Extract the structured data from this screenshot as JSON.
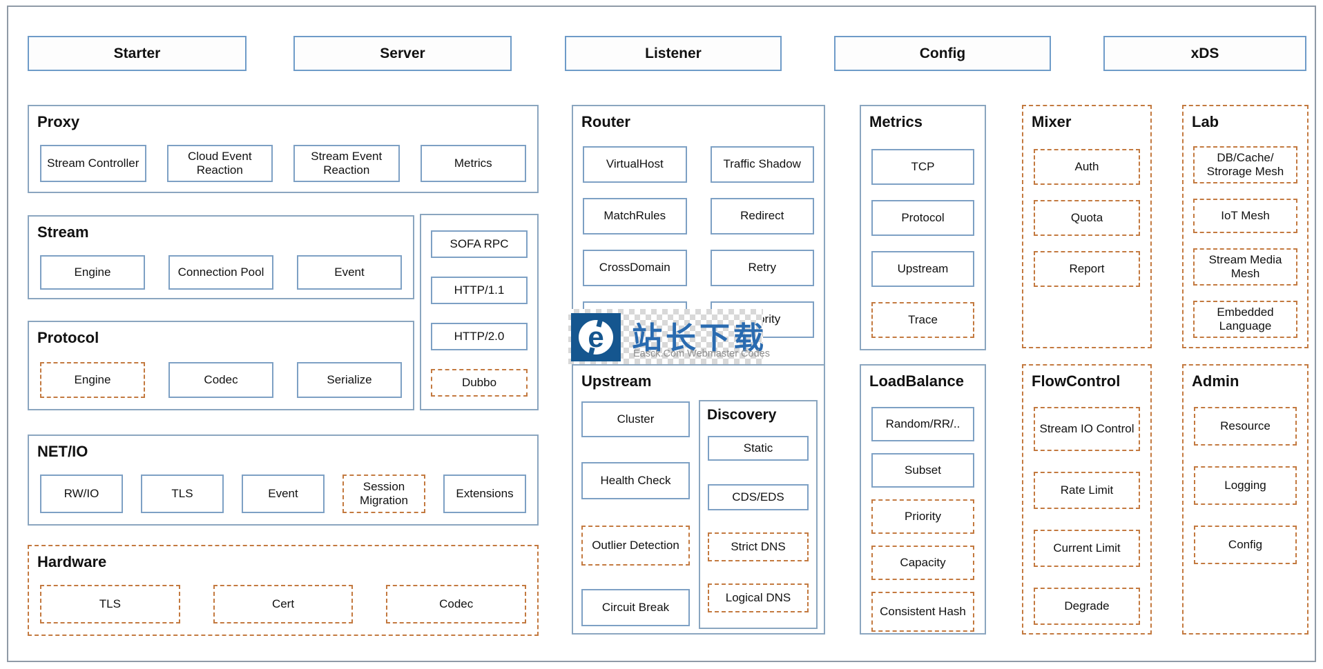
{
  "header": {
    "tabs": [
      {
        "label": "Starter"
      },
      {
        "label": "Server"
      },
      {
        "label": "Listener"
      },
      {
        "label": "Config"
      },
      {
        "label": "xDS"
      }
    ]
  },
  "sections": {
    "proxy": {
      "title": "Proxy",
      "items": [
        {
          "label": "Stream Controller",
          "dashed": false
        },
        {
          "label": "Cloud Event Reaction",
          "dashed": false
        },
        {
          "label": "Stream Event Reaction",
          "dashed": false
        },
        {
          "label": "Metrics",
          "dashed": false
        }
      ]
    },
    "stream": {
      "title": "Stream",
      "items": [
        {
          "label": "Engine",
          "dashed": false
        },
        {
          "label": "Connection Pool",
          "dashed": false
        },
        {
          "label": "Event",
          "dashed": false
        }
      ]
    },
    "protocols_panel": {
      "items": [
        {
          "label": "SOFA RPC",
          "dashed": false
        },
        {
          "label": "HTTP/1.1",
          "dashed": false
        },
        {
          "label": "HTTP/2.0",
          "dashed": false
        },
        {
          "label": "Dubbo",
          "dashed": true
        }
      ]
    },
    "protocol": {
      "title": "Protocol",
      "items": [
        {
          "label": "Engine",
          "dashed": true
        },
        {
          "label": "Codec",
          "dashed": false
        },
        {
          "label": "Serialize",
          "dashed": false
        }
      ]
    },
    "netio": {
      "title": "NET/IO",
      "items": [
        {
          "label": "RW/IO",
          "dashed": false
        },
        {
          "label": "TLS",
          "dashed": false
        },
        {
          "label": "Event",
          "dashed": false
        },
        {
          "label": "Session Migration",
          "dashed": true
        },
        {
          "label": "Extensions",
          "dashed": false
        }
      ]
    },
    "hardware": {
      "title": "Hardware",
      "items": [
        {
          "label": "TLS",
          "dashed": true
        },
        {
          "label": "Cert",
          "dashed": true
        },
        {
          "label": "Codec",
          "dashed": true
        }
      ]
    },
    "router": {
      "title": "Router",
      "items": [
        {
          "label": "VirtualHost",
          "dashed": false
        },
        {
          "label": "Traffic Shadow",
          "dashed": false
        },
        {
          "label": "MatchRules",
          "dashed": false
        },
        {
          "label": "Redirect",
          "dashed": false
        },
        {
          "label": "CrossDomain",
          "dashed": false
        },
        {
          "label": "Retry",
          "dashed": false
        },
        {
          "label": "",
          "dashed": false
        },
        {
          "label": "Priority",
          "dashed": false
        }
      ]
    },
    "upstream": {
      "title": "Upstream",
      "items": [
        {
          "label": "Cluster",
          "dashed": false
        },
        {
          "label": "Health Check",
          "dashed": false
        },
        {
          "label": "Outlier Detection",
          "dashed": true
        },
        {
          "label": "Circuit Break",
          "dashed": false
        }
      ],
      "discovery": {
        "title": "Discovery",
        "items": [
          {
            "label": "Static",
            "dashed": false
          },
          {
            "label": "CDS/EDS",
            "dashed": false
          },
          {
            "label": "Strict DNS",
            "dashed": true
          },
          {
            "label": "Logical DNS",
            "dashed": true
          }
        ]
      }
    },
    "metrics": {
      "title": "Metrics",
      "items": [
        {
          "label": "TCP",
          "dashed": false
        },
        {
          "label": "Protocol",
          "dashed": false
        },
        {
          "label": "Upstream",
          "dashed": false
        },
        {
          "label": "Trace",
          "dashed": true
        }
      ]
    },
    "loadbalance": {
      "title": "LoadBalance",
      "items": [
        {
          "label": "Random/RR/..",
          "dashed": false
        },
        {
          "label": "Subset",
          "dashed": false
        },
        {
          "label": "Priority",
          "dashed": true
        },
        {
          "label": "Capacity",
          "dashed": true
        },
        {
          "label": "Consistent Hash",
          "dashed": true
        }
      ]
    },
    "mixer": {
      "title": "Mixer",
      "items": [
        {
          "label": "Auth",
          "dashed": true
        },
        {
          "label": "Quota",
          "dashed": true
        },
        {
          "label": "Report",
          "dashed": true
        }
      ]
    },
    "flowcontrol": {
      "title": "FlowControl",
      "items": [
        {
          "label": "Stream IO Control",
          "dashed": true
        },
        {
          "label": "Rate Limit",
          "dashed": true
        },
        {
          "label": "Current Limit",
          "dashed": true
        },
        {
          "label": "Degrade",
          "dashed": true
        }
      ]
    },
    "lab": {
      "title": "Lab",
      "items": [
        {
          "label": "DB/Cache/ Strorage Mesh",
          "dashed": true
        },
        {
          "label": "IoT Mesh",
          "dashed": true
        },
        {
          "label": "Stream Media Mesh",
          "dashed": true
        },
        {
          "label": "Embedded Language",
          "dashed": true
        }
      ]
    },
    "admin": {
      "title": "Admin",
      "items": [
        {
          "label": "Resource",
          "dashed": true
        },
        {
          "label": "Logging",
          "dashed": true
        },
        {
          "label": "Config",
          "dashed": true
        }
      ]
    }
  },
  "watermark": {
    "logo_letter": "e",
    "title": "站长下载",
    "subtitle": "Easck.Com Webmaster Codes"
  },
  "colors": {
    "solid_border": "#7da0c4",
    "dashed_border": "#c3793f",
    "header_border": "#6e9bc8",
    "frame_border": "#8f9aa6",
    "text": "#111111",
    "watermark_logo_blue": "#15568f",
    "watermark_text_blue": "#2a6bb0",
    "watermark_subtext_gray": "#8f8f8f"
  }
}
